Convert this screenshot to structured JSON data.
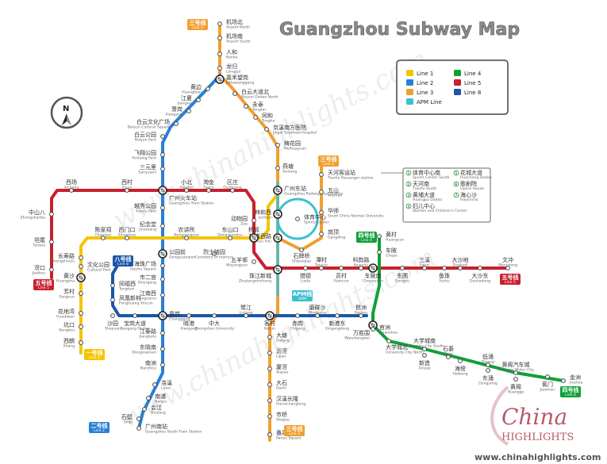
{
  "title": "Guangzhou Subway Map",
  "compass": {
    "label": "N",
    "icon": "north-arrow-icon"
  },
  "colors": {
    "line1": "#f5c400",
    "line2": "#2a7fd4",
    "line3": "#f0a030",
    "line4": "#10a038",
    "line5": "#c8202e",
    "line8": "#1a57a8",
    "apm": "#3cc0d0"
  },
  "legend": [
    {
      "key": "line1",
      "label": "Line 1"
    },
    {
      "key": "line4",
      "label": "Line 4"
    },
    {
      "key": "line2",
      "label": "Line 2"
    },
    {
      "key": "line5",
      "label": "Line 5"
    },
    {
      "key": "line3",
      "label": "Line 3"
    },
    {
      "key": "line8",
      "label": "Line 8"
    },
    {
      "key": "apm",
      "label": "APM Line"
    }
  ],
  "apm_box": [
    {
      "n": "1",
      "cn": "体育中心南",
      "en": "Sports Center South"
    },
    {
      "n": "2",
      "cn": "天河南",
      "en": "Tianhe South"
    },
    {
      "n": "3",
      "cn": "黄埔大道",
      "en": "Huangpu Dadao"
    },
    {
      "n": "4",
      "cn": "妇儿中心",
      "en": "Women and Children's Center"
    },
    {
      "n": "5",
      "cn": "花城大道",
      "en": "Huacheng Dadao"
    },
    {
      "n": "6",
      "cn": "歌剧院",
      "en": "Opera House"
    },
    {
      "n": "7",
      "cn": "海心沙",
      "en": "Haixinsha"
    }
  ],
  "badges": [
    {
      "cn": "三号线",
      "en": "Line 3",
      "key": "line3"
    },
    {
      "cn": "三号线",
      "en": "Line 3",
      "key": "line3"
    },
    {
      "cn": "三号线",
      "en": "Line 3",
      "key": "line3"
    },
    {
      "cn": "四号线",
      "en": "Line 4",
      "key": "line4"
    },
    {
      "cn": "四号线",
      "en": "Line 4",
      "key": "line4"
    },
    {
      "cn": "五号线",
      "en": "Line 5",
      "key": "line5"
    },
    {
      "cn": "五号线",
      "en": "Line 5",
      "key": "line5"
    },
    {
      "cn": "八号线",
      "en": "Line 8",
      "key": "line8"
    },
    {
      "cn": "一号线",
      "en": "Line 1",
      "key": "line1"
    },
    {
      "cn": "二号线",
      "en": "Line 2",
      "key": "line2"
    },
    {
      "cn": "APM线",
      "en": "APM",
      "key": "apm"
    }
  ],
  "stations": [
    {
      "cn": "机场北",
      "en": "Airport North"
    },
    {
      "cn": "机场南",
      "en": "Airport South"
    },
    {
      "cn": "人和",
      "en": "Renhe"
    },
    {
      "cn": "龙归",
      "en": "Longgui"
    },
    {
      "cn": "嘉禾望岗",
      "en": "Jiahewanggang"
    },
    {
      "cn": "白云大道北",
      "en": "Baiyun Dadao North"
    },
    {
      "cn": "永泰",
      "en": "Yongtai"
    },
    {
      "cn": "同和",
      "en": "Tonghe"
    },
    {
      "cn": "京溪南方医院",
      "en": "Jingxi Southern Hospital"
    },
    {
      "cn": "梅花园",
      "en": "Meihuayuan"
    },
    {
      "cn": "燕塘",
      "en": "Yantang"
    },
    {
      "cn": "黄边",
      "en": "Huangbian"
    },
    {
      "cn": "江夏",
      "en": "Jiangxia"
    },
    {
      "cn": "萧岗",
      "en": "Xiaogang"
    },
    {
      "cn": "白云文化广场",
      "en": "Baiyun Cultural Square"
    },
    {
      "cn": "白云公园",
      "en": "Baiyun Park"
    },
    {
      "cn": "飞翔公园",
      "en": "Feixiang Park"
    },
    {
      "cn": "三元里",
      "en": "Sanyuanli"
    },
    {
      "cn": "广州火车站",
      "en": "Guangzhou Train Station"
    },
    {
      "cn": "小北",
      "en": "Xiaobei"
    },
    {
      "cn": "淘金",
      "en": "Taojin"
    },
    {
      "cn": "区庄",
      "en": "Ouzhuang"
    },
    {
      "cn": "西场",
      "en": "Xichang"
    },
    {
      "cn": "西村",
      "en": "Xicun"
    },
    {
      "cn": "中山八",
      "en": "Zhongshanba"
    },
    {
      "cn": "坦尾",
      "en": "Tanwei"
    },
    {
      "cn": "滘口",
      "en": "Jiaokou"
    },
    {
      "cn": "越秀公园",
      "en": "Yuexiu Park"
    },
    {
      "cn": "纪念堂",
      "en": "Jinantang"
    },
    {
      "cn": "动物园",
      "en": "Zoo"
    },
    {
      "cn": "林和西",
      "en": "Linhexi"
    },
    {
      "cn": "广州东站",
      "en": "Guangzhou Railway East Station"
    },
    {
      "cn": "天河客运站",
      "en": "Tianhe Passenger station"
    },
    {
      "cn": "五山",
      "en": "Wushan"
    },
    {
      "cn": "华师",
      "en": "South China Normal University"
    },
    {
      "cn": "岗顶",
      "en": "Gangding"
    },
    {
      "cn": "体育中心",
      "en": "Sports Center"
    },
    {
      "cn": "体育西路",
      "en": "Tiyu Xilu"
    },
    {
      "cn": "石牌桥",
      "en": "Shipaiqiao"
    },
    {
      "cn": "陈家祠",
      "en": "Chenjiaci"
    },
    {
      "cn": "西门口",
      "en": "Ximenkou"
    },
    {
      "cn": "农讲所",
      "en": "Nongjiangsuo"
    },
    {
      "cn": "东山口",
      "en": "Dongshankou"
    },
    {
      "cn": "杨箕",
      "en": "Yangji"
    },
    {
      "cn": "公园前",
      "en": "Gongyuanqian"
    },
    {
      "cn": "烈士陵园",
      "en": "Cemetery of martyrs"
    },
    {
      "cn": "长寿路",
      "en": "Changshoulu"
    },
    {
      "cn": "黄沙",
      "en": "Huangsha"
    },
    {
      "cn": "文化公园",
      "en": "Cultural Park"
    },
    {
      "cn": "珠江新城",
      "en": "Zhujiangxincheng"
    },
    {
      "cn": "五羊邨",
      "en": "Wuyangcun"
    },
    {
      "cn": "猎德",
      "en": "Lieda"
    },
    {
      "cn": "潭村",
      "en": "Tancun"
    },
    {
      "cn": "员村",
      "en": "Yuancun"
    },
    {
      "cn": "科韵路",
      "en": "Keyunlu"
    },
    {
      "cn": "车陂南",
      "en": "Chepounan"
    },
    {
      "cn": "车陂",
      "en": "Chepo"
    },
    {
      "cn": "黄村",
      "en": "Huangcun"
    },
    {
      "cn": "东圃",
      "en": "Dongpu"
    },
    {
      "cn": "三溪",
      "en": "Sanxi"
    },
    {
      "cn": "鱼珠",
      "en": "Yuzhu"
    },
    {
      "cn": "大沙地",
      "en": "Dashadi"
    },
    {
      "cn": "大沙东",
      "en": "Dashadong"
    },
    {
      "cn": "文冲",
      "en": "Wenchong"
    },
    {
      "cn": "芳村",
      "en": "Fangcun"
    },
    {
      "cn": "花地湾",
      "en": "Huadiwan"
    },
    {
      "cn": "坑口",
      "en": "Kengkou"
    },
    {
      "cn": "西朗",
      "en": "Xilang"
    },
    {
      "cn": "中大",
      "en": "Zhongshan University"
    },
    {
      "cn": "鹭江",
      "en": "Lujiang"
    },
    {
      "cn": "客村",
      "en": "Kecun"
    },
    {
      "cn": "赤岗",
      "en": "Chigang"
    },
    {
      "cn": "磨碟沙",
      "en": "Modiesha"
    },
    {
      "cn": "新港东",
      "en": "Xingangdong"
    },
    {
      "cn": "琶洲",
      "en": "Pazhou"
    },
    {
      "cn": "万胜围",
      "en": "Wanshengwei"
    },
    {
      "cn": "同福西",
      "en": "Tongfuxi"
    },
    {
      "cn": "凤凰新村",
      "en": "Fenghuang Xincun"
    },
    {
      "cn": "沙园",
      "en": "Shayuan"
    },
    {
      "cn": "宝岗大道",
      "en": "Baogang Dadao"
    },
    {
      "cn": "昌岗",
      "en": "Changgang"
    },
    {
      "cn": "晓港",
      "en": "Xiaogang"
    },
    {
      "cn": "江泰路",
      "en": "Jiangtailu"
    },
    {
      "cn": "市二宫",
      "en": "Shiergong"
    },
    {
      "cn": "海珠广场",
      "en": "Haizhu Square"
    },
    {
      "cn": "江南西",
      "en": "Jiangnanxi"
    },
    {
      "cn": "东晓南",
      "en": "Dongxiaonan"
    },
    {
      "cn": "南洲",
      "en": "Nanzhou"
    },
    {
      "cn": "洛溪",
      "en": "Luoxi"
    },
    {
      "cn": "南浦",
      "en": "Nanpu"
    },
    {
      "cn": "会江",
      "en": "Huijiang"
    },
    {
      "cn": "石壁",
      "en": "Shibi"
    },
    {
      "cn": "广州南站",
      "en": "Guangzhou South Train Station"
    },
    {
      "cn": "大塘",
      "en": "Datang"
    },
    {
      "cn": "沥滘",
      "en": "Lijiao"
    },
    {
      "cn": "厦滘",
      "en": "Xiajiao"
    },
    {
      "cn": "大石",
      "en": "Dashi"
    },
    {
      "cn": "汉溪长隆",
      "en": "Hanxichanglong"
    },
    {
      "cn": "市桥",
      "en": "Shiqiao"
    },
    {
      "cn": "番禺广场",
      "en": "Panyu Square"
    },
    {
      "cn": "官洲",
      "en": "Guanzhou"
    },
    {
      "cn": "大学城北",
      "en": "University City North"
    },
    {
      "cn": "大学城南",
      "en": "University City South"
    },
    {
      "cn": "新造",
      "en": "Xinzao"
    },
    {
      "cn": "石碁",
      "en": "Shiqi"
    },
    {
      "cn": "海傍",
      "en": "Haibang"
    },
    {
      "cn": "低涌",
      "en": "Diyong"
    },
    {
      "cn": "东涌",
      "en": "Dongyong"
    },
    {
      "cn": "黄阁汽车城",
      "en": "Huangge Motor City"
    },
    {
      "cn": "黄阁",
      "en": "Huangge"
    },
    {
      "cn": "蕉门",
      "en": "Jiaomen"
    },
    {
      "cn": "金洲",
      "en": "Jinzhou"
    }
  ],
  "watermark": {
    "site": "www.chinahighlights.com",
    "brand": "China",
    "brand2": "HIGHLIGHTS"
  }
}
